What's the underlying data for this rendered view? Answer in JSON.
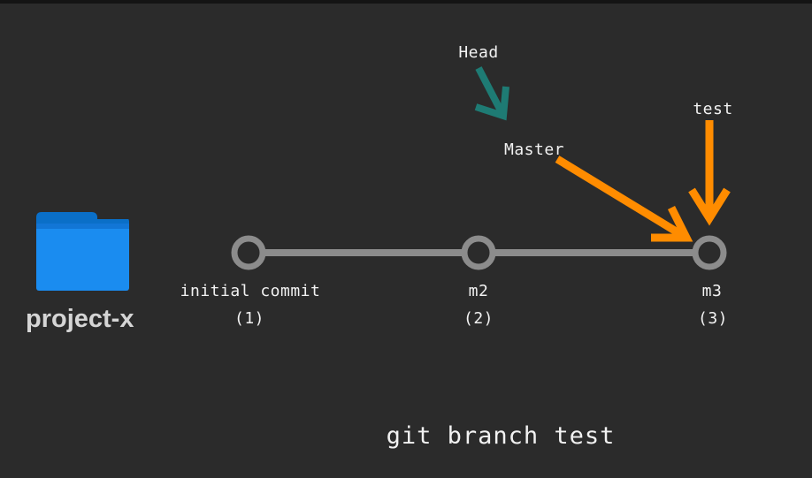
{
  "project": {
    "name": "project-x",
    "folder_icon": "folder-icon",
    "folder_color": "#1a8cf0"
  },
  "commits": [
    {
      "message": "initial commit",
      "number": "(1)"
    },
    {
      "message": "m2",
      "number": "(2)"
    },
    {
      "message": "m3",
      "number": "(3)"
    }
  ],
  "pointers": {
    "head": {
      "label": "Head",
      "color": "#1e7b74"
    },
    "master": {
      "label": "Master",
      "color": "#ff8c00"
    },
    "test": {
      "label": "test",
      "color": "#ff8c00"
    }
  },
  "command": "git branch test",
  "colors": {
    "background": "#2b2b2b",
    "commit_line": "#8c8c8c",
    "text": "#f2f2f2"
  }
}
